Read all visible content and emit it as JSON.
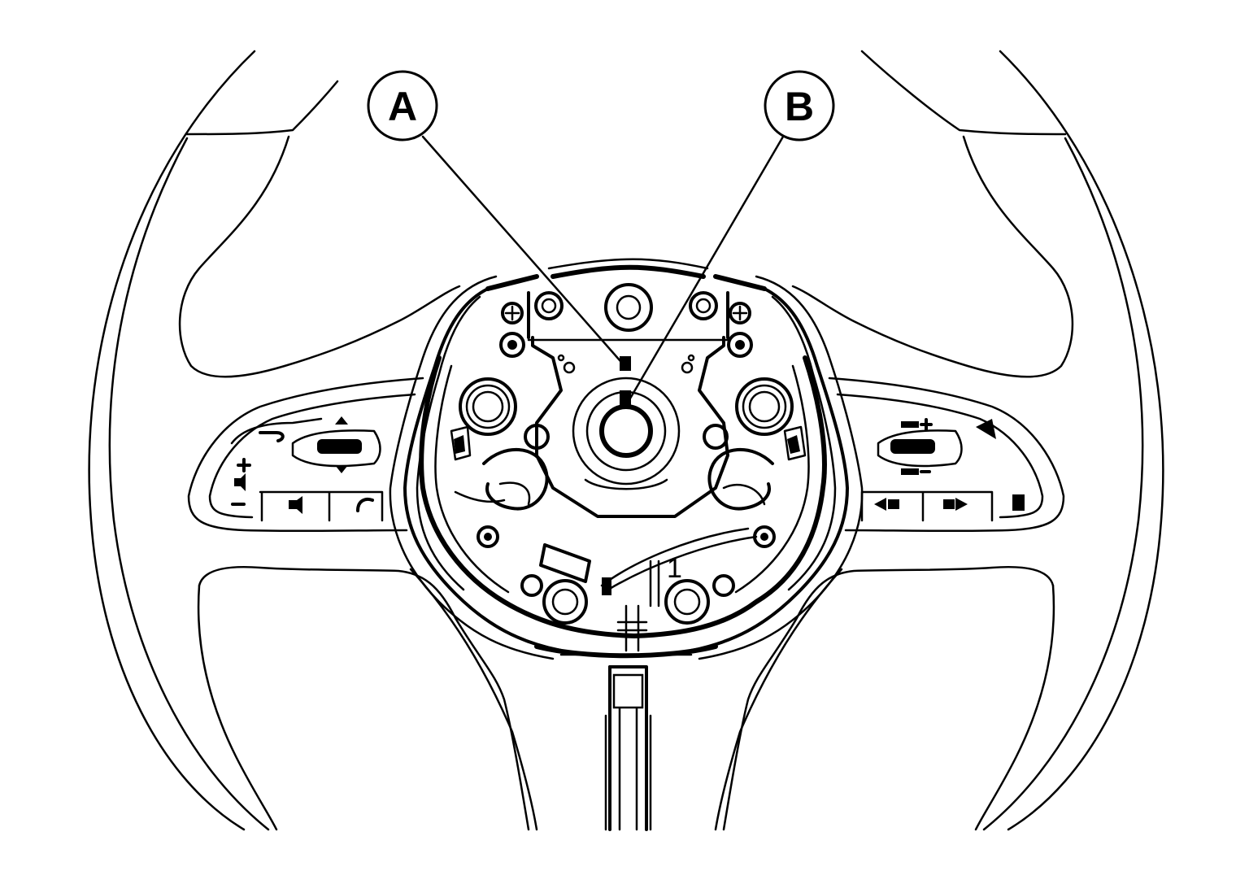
{
  "callouts": {
    "a": {
      "label": "A"
    },
    "b": {
      "label": "B"
    },
    "part_number": "1"
  },
  "colors": {
    "line": "#000000",
    "background": "#ffffff"
  }
}
